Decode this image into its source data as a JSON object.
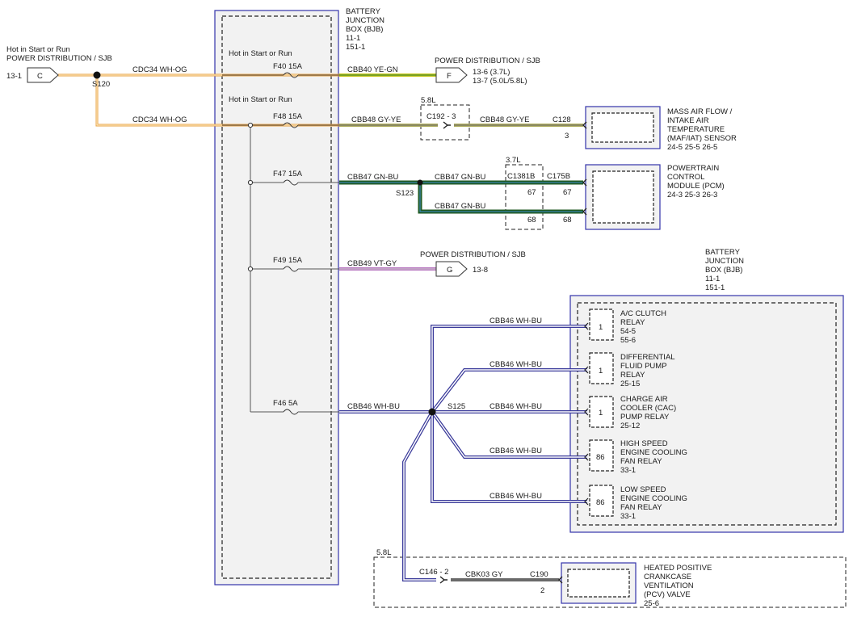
{
  "diagram": {
    "source": {
      "line1": "Hot in Start or Run",
      "line2": "POWER DISTRIBUTION / SJB",
      "ref": "13-1",
      "connector": "C",
      "splice": "S120"
    },
    "wires": {
      "cdc34_upper": "CDC34   WH-OG",
      "cdc34_lower": "CDC34   WH-OG",
      "cbb40": "CBB40   YE-GN",
      "cbb48_a": "CBB48   GY-YE",
      "cbb48_b": "CBB48   GY-YE",
      "cbb47_a": "CBB47   GN-BU",
      "cbb47_b": "CBB47   GN-BU",
      "cbb47_c": "CBB47   GN-BU",
      "cbb49": "CBB49   VT-GY",
      "cbb46_main": "CBB46   WH-BU",
      "cbb46_r1": "CBB46   WH-BU",
      "cbb46_r2": "CBB46   WH-BU",
      "cbb46_r3": "CBB46   WH-BU",
      "cbb46_r4": "CBB46   WH-BU",
      "cbb46_r5": "CBB46   WH-BU",
      "cbk03": "CBK03   GY"
    },
    "bjb_top": {
      "l1": "BATTERY",
      "l2": "JUNCTION",
      "l3": "BOX (BJB)",
      "l4": "11-1",
      "l5": "151-1"
    },
    "bjb_right": {
      "l1": "BATTERY",
      "l2": "JUNCTION",
      "l3": "BOX (BJB)",
      "l4": "11-1",
      "l5": "151-1"
    },
    "hot_labels": {
      "upper": "Hot in Start or Run",
      "lower": "Hot in Start or Run"
    },
    "fuses": {
      "f40": "F40  15A",
      "f48": "F48  15A",
      "f47": "F47  15A",
      "f49": "F49  15A",
      "f46": "F46  5A"
    },
    "pd_f": {
      "title": "POWER DISTRIBUTION / SJB",
      "connector": "F",
      "ref1": "13-6  (3.7L)",
      "ref2": "13-7  (5.0L/5.8L)"
    },
    "pd_g": {
      "title": "POWER DISTRIBUTION / SJB",
      "connector": "G",
      "ref": "13-8"
    },
    "variant_58_top": "5.8L",
    "c192": "C192  -  3",
    "maf": {
      "connector": "C128",
      "pin": "3",
      "l1": "MASS AIR FLOW /",
      "l2": "INTAKE AIR",
      "l3": "TEMPERATURE",
      "l4": "(MAF/IAT) SENSOR",
      "refs": "24-5    25-5    26-5"
    },
    "variant_37": "3.7L",
    "c1381b": {
      "name": "C1381B",
      "pin1": "67",
      "pin2": "68"
    },
    "pcm": {
      "connector": "C175B",
      "pin1": "67",
      "pin2": "68",
      "l1": "POWERTRAIN",
      "l2": "CONTROL",
      "l3": "MODULE (PCM)",
      "refs": "24-3    25-3       26-3"
    },
    "splices": {
      "s123": "S123",
      "s125": "S125"
    },
    "relays": [
      {
        "pin": "1",
        "l1": "A/C CLUTCH",
        "l2": "RELAY",
        "l3": "54-5",
        "l4": "55-6"
      },
      {
        "pin": "1",
        "l1": "DIFFERENTIAL",
        "l2": "FLUID PUMP",
        "l3": "RELAY",
        "l4": "25-15"
      },
      {
        "pin": "1",
        "l1": "CHARGE AIR",
        "l2": "COOLER (CAC)",
        "l3": "PUMP RELAY",
        "l4": "25-12"
      },
      {
        "pin": "86",
        "l1": "HIGH SPEED",
        "l2": "ENGINE COOLING",
        "l3": "FAN RELAY",
        "l4": "33-1"
      },
      {
        "pin": "86",
        "l1": "LOW SPEED",
        "l2": "ENGINE COOLING",
        "l3": "FAN RELAY",
        "l4": "33-1"
      }
    ],
    "variant_58_bottom": "5.8L",
    "c146": "C146  -  2",
    "pcv": {
      "connector": "C190",
      "pin": "2",
      "l1": "HEATED POSITIVE",
      "l2": "CRANKCASE",
      "l3": "VENTILATION",
      "l4": "(PCV) VALVE",
      "l5": "25-6"
    },
    "colors": {
      "wh_og": "#e8a040",
      "ye_gn": "#c8c820",
      "gy_ye": "#b0ae60",
      "gn_bu": "#1f5a22",
      "vt_gy": "#b878c0",
      "wh_bu": "#3a3a9a",
      "gy": "#6a6a6a",
      "box_outline": "#3333aa"
    }
  }
}
